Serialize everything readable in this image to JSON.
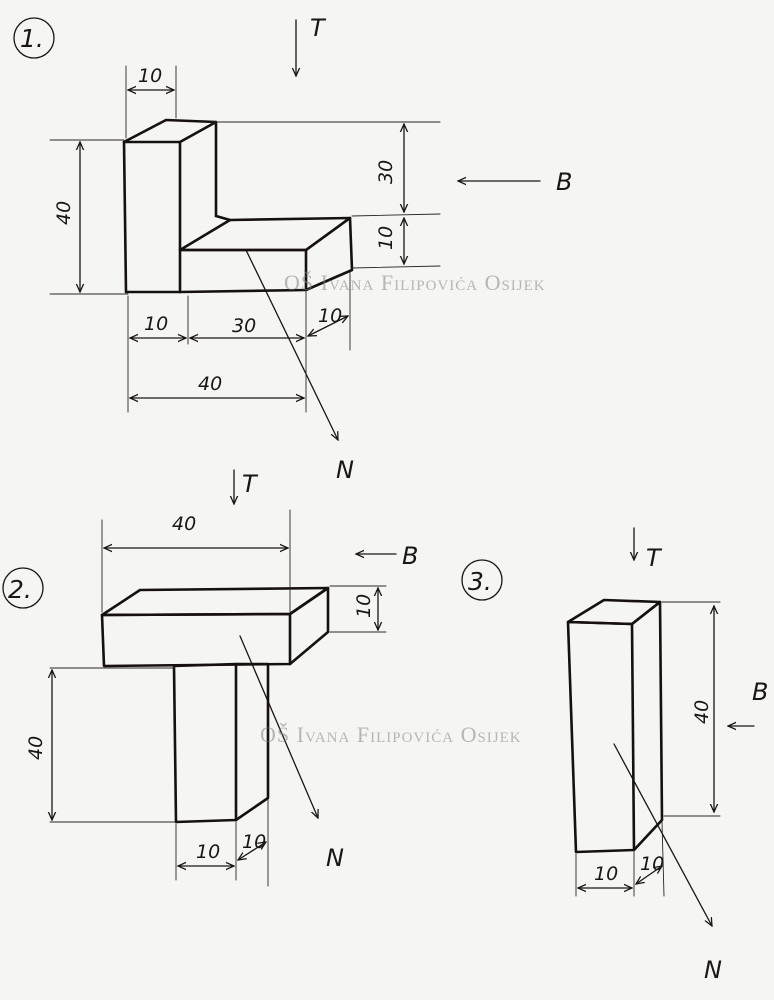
{
  "figures": [
    {
      "number": "1.",
      "views": {
        "top": "T",
        "side": "B",
        "front": "N"
      },
      "dimensions": {
        "top_width": "10",
        "tall_height": "30",
        "low_height": "10",
        "total_height": "40",
        "base_left": "10",
        "base_mid": "30",
        "depth": "10",
        "total_width": "40"
      }
    },
    {
      "number": "2.",
      "views": {
        "top": "T",
        "side": "B",
        "front": "N"
      },
      "dimensions": {
        "top_width": "40",
        "slab_height": "10",
        "post_height": "40",
        "post_width": "10",
        "depth": "10"
      }
    },
    {
      "number": "3.",
      "views": {
        "top": "T",
        "side": "B",
        "front": "N"
      },
      "dimensions": {
        "height": "40",
        "width": "10",
        "depth": "10"
      }
    }
  ],
  "watermark": "OŠ Ivana Filipovića Osijek",
  "colors": {
    "paper": "#f5f5f3",
    "ink": "#1a1614",
    "watermark": "#828282"
  }
}
